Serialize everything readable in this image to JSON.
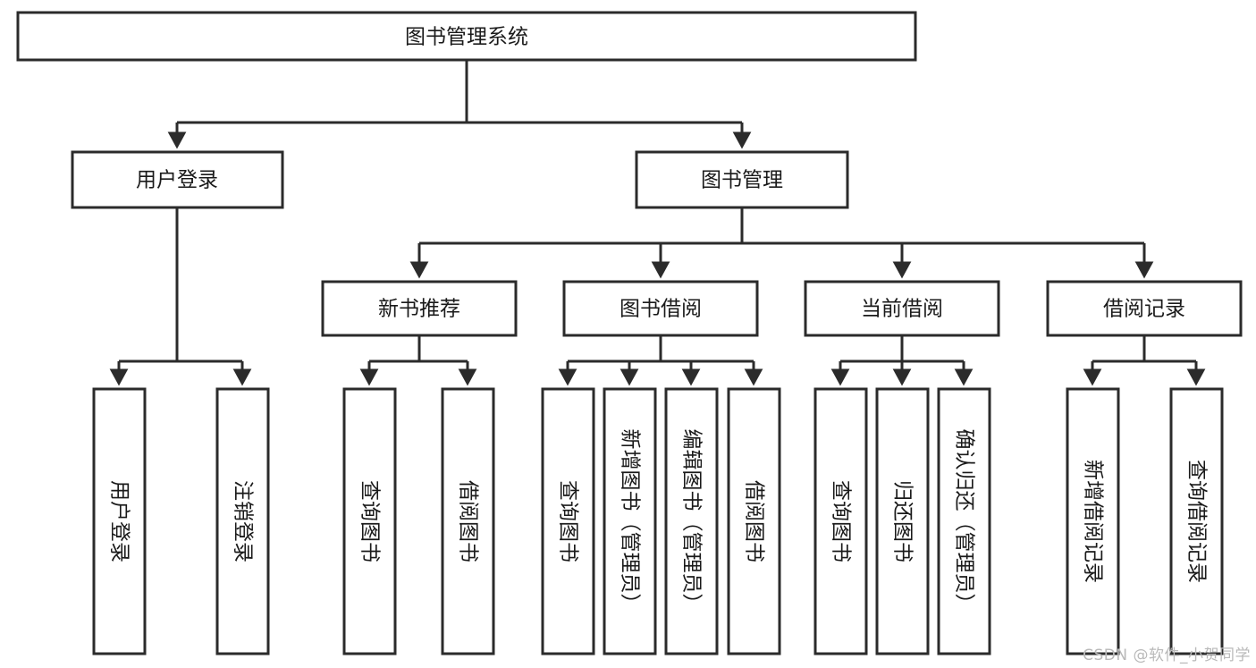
{
  "diagram": {
    "title": "图书管理系统",
    "type": "tree",
    "watermark": "CSDN @软件_小贺同学",
    "colors": {
      "box_stroke": "#2b2b2b",
      "box_fill": "#ffffff",
      "line": "#2b2b2b",
      "text": "#1a1a1a",
      "watermark": "#b9b9b9",
      "background": "#ffffff"
    },
    "root": {
      "label": "图书管理系统"
    },
    "level2": [
      {
        "label": "用户登录"
      },
      {
        "label": "图书管理"
      }
    ],
    "level3": [
      {
        "label": "新书推荐"
      },
      {
        "label": "图书借阅"
      },
      {
        "label": "当前借阅"
      },
      {
        "label": "借阅记录"
      }
    ],
    "leaves": {
      "user_login": [
        {
          "label": "用户登录"
        },
        {
          "label": "注销登录"
        }
      ],
      "new_book_recommend": [
        {
          "label": "查询图书"
        },
        {
          "label": "借阅图书"
        }
      ],
      "book_borrow": [
        {
          "label": "查询图书"
        },
        {
          "label": "新增图书（管理员）"
        },
        {
          "label": "编辑图书（管理员）"
        },
        {
          "label": "借阅图书"
        }
      ],
      "current_borrow": [
        {
          "label": "查询图书"
        },
        {
          "label": "归还图书"
        },
        {
          "label": "确认归还（管理员）"
        }
      ],
      "borrow_record": [
        {
          "label": "新增借阅记录"
        },
        {
          "label": "查询借阅记录"
        }
      ]
    }
  }
}
